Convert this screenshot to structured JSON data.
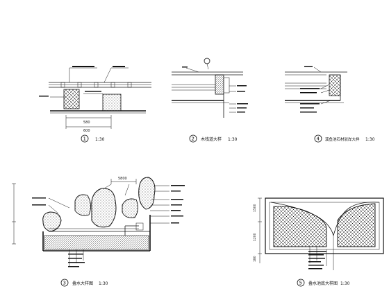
{
  "drawing": {
    "details": [
      {
        "num": "1",
        "scale": "1:30",
        "title": ""
      },
      {
        "num": "2",
        "title": "木栈道大样",
        "scale": "1:30"
      },
      {
        "num": "4",
        "title": "溪鱼池石材驳岸大样",
        "scale": "1:30"
      },
      {
        "num": "3",
        "title": "叠水大样图",
        "scale": "1:30"
      },
      {
        "num": "5",
        "title": "叠水池底大样图",
        "scale": "1:30"
      }
    ],
    "dims": {
      "d1_total": "600",
      "d1_part": "580",
      "d3_top": "5800",
      "d5_h1": "1500",
      "d5_h2": "1200",
      "d5_h3": "180"
    },
    "colors": {
      "line": "#111111",
      "paper": "#ffffff"
    }
  }
}
